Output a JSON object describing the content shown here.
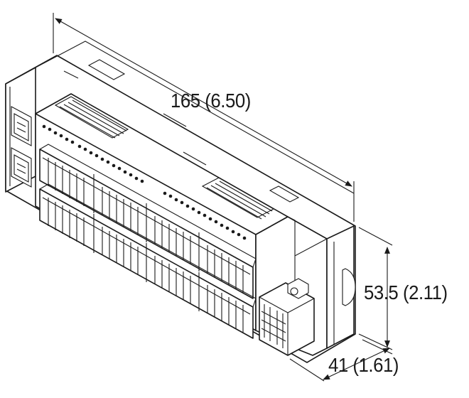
{
  "figure": {
    "type": "isometric dimension drawing",
    "subject": "modular terminal I/O block with RJ-style ports and dual rows of spring terminals"
  },
  "dimensions": {
    "length": {
      "label": "165 (6.50)",
      "value_mm": 165,
      "value_in": 6.5
    },
    "height": {
      "label": "53.5 (2.11)",
      "value_mm": 53.5,
      "value_in": 2.11
    },
    "depth": {
      "label": "41 (1.61)",
      "value_mm": 41,
      "value_in": 1.61
    }
  },
  "colors": {
    "line": "#1a1a1a",
    "background": "#ffffff"
  }
}
